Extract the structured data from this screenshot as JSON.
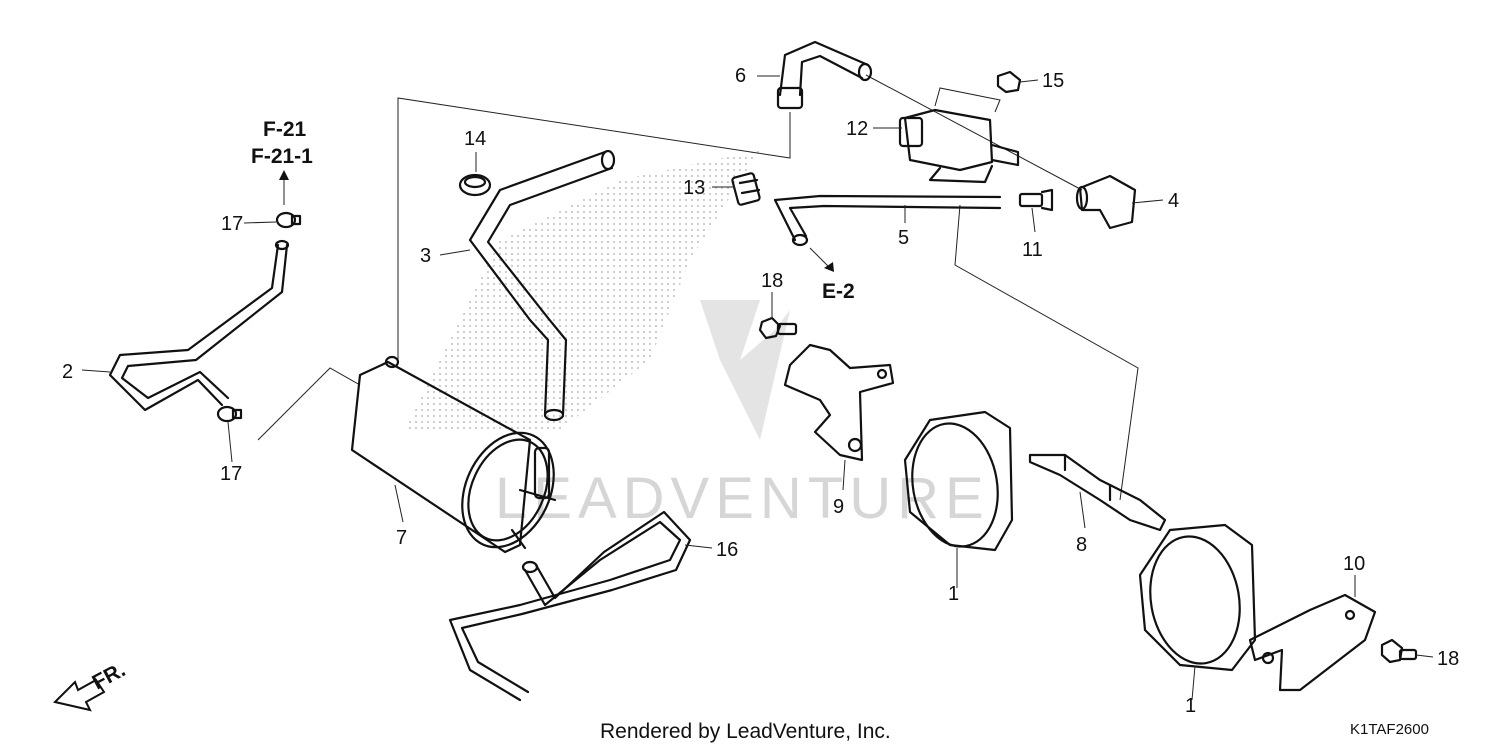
{
  "callouts": {
    "c1a": "1",
    "c1b": "1",
    "c2": "2",
    "c3": "3",
    "c4": "4",
    "c5": "5",
    "c6": "6",
    "c7": "7",
    "c8": "8",
    "c9": "9",
    "c10": "10",
    "c11": "11",
    "c12": "12",
    "c13": "13",
    "c14": "14",
    "c15": "15",
    "c16": "16",
    "c17a": "17",
    "c17b": "17",
    "c18a": "18",
    "c18b": "18"
  },
  "references": {
    "f21": "F-21",
    "f21_1": "F-21-1",
    "e2": "E-2"
  },
  "front_indicator": "FR.",
  "watermark": "LEADVENTURE",
  "footer": {
    "credit": "Rendered by LeadVenture, Inc.",
    "code": "K1TAF2600"
  },
  "colors": {
    "line": "#111111",
    "watermark": "#d6d6d6"
  }
}
